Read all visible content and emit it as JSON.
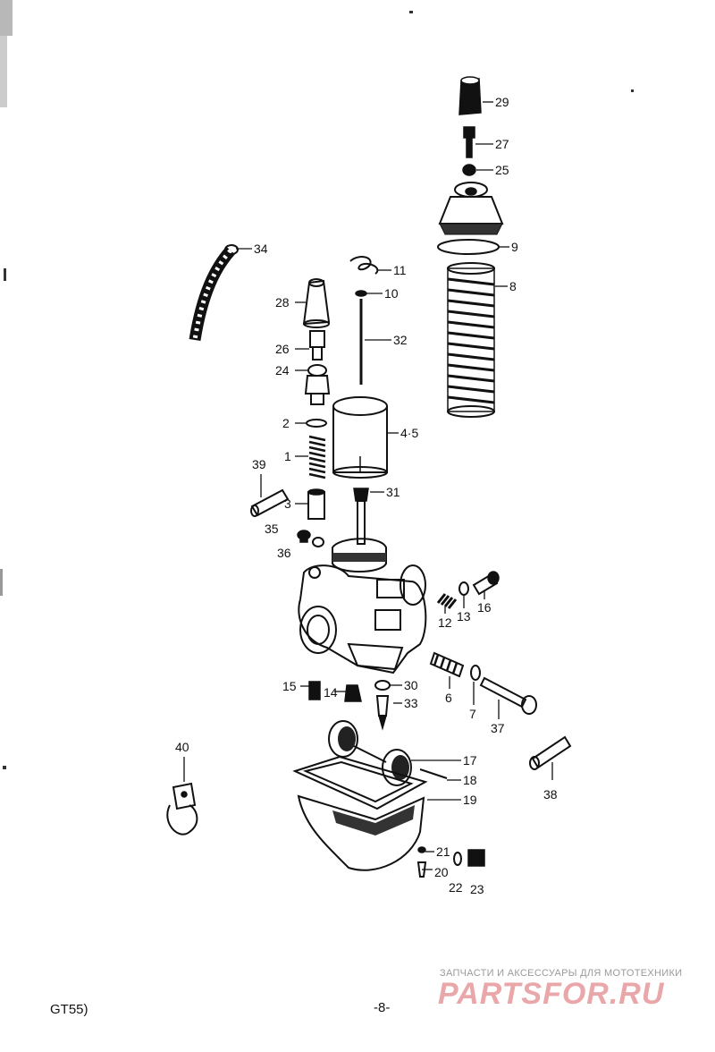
{
  "callouts": [
    {
      "id": "p29",
      "label": "29"
    },
    {
      "id": "p27",
      "label": "27"
    },
    {
      "id": "p25",
      "label": "25"
    },
    {
      "id": "p9",
      "label": "9"
    },
    {
      "id": "p8",
      "label": "8"
    },
    {
      "id": "p34",
      "label": "34"
    },
    {
      "id": "p11",
      "label": "11"
    },
    {
      "id": "p10",
      "label": "10"
    },
    {
      "id": "p28",
      "label": "28"
    },
    {
      "id": "p32",
      "label": "32"
    },
    {
      "id": "p26",
      "label": "26"
    },
    {
      "id": "p24",
      "label": "24"
    },
    {
      "id": "p2",
      "label": "2"
    },
    {
      "id": "p45",
      "label": "4·5"
    },
    {
      "id": "p1",
      "label": "1"
    },
    {
      "id": "p39",
      "label": "39"
    },
    {
      "id": "p3",
      "label": "3"
    },
    {
      "id": "p31",
      "label": "31"
    },
    {
      "id": "p35",
      "label": "35"
    },
    {
      "id": "p36",
      "label": "36"
    },
    {
      "id": "p12",
      "label": "12"
    },
    {
      "id": "p13",
      "label": "13"
    },
    {
      "id": "p16",
      "label": "16"
    },
    {
      "id": "p6",
      "label": "6"
    },
    {
      "id": "p7",
      "label": "7"
    },
    {
      "id": "p37",
      "label": "37"
    },
    {
      "id": "p15",
      "label": "15"
    },
    {
      "id": "p14",
      "label": "14"
    },
    {
      "id": "p30",
      "label": "30"
    },
    {
      "id": "p33",
      "label": "33"
    },
    {
      "id": "p40",
      "label": "40"
    },
    {
      "id": "p17",
      "label": "17"
    },
    {
      "id": "p18",
      "label": "18"
    },
    {
      "id": "p19",
      "label": "19"
    },
    {
      "id": "p38",
      "label": "38"
    },
    {
      "id": "p21",
      "label": "21"
    },
    {
      "id": "p20",
      "label": "20"
    },
    {
      "id": "p22",
      "label": "22"
    },
    {
      "id": "p23",
      "label": "23"
    }
  ],
  "footer": {
    "model": "GT55)",
    "page": "-8-"
  },
  "watermark": {
    "subtitle": "ЗАПЧАСТИ И АКСЕССУАРЫ ДЛЯ МОТОТЕХНИКИ",
    "logo": "PARTSFOR.RU"
  }
}
